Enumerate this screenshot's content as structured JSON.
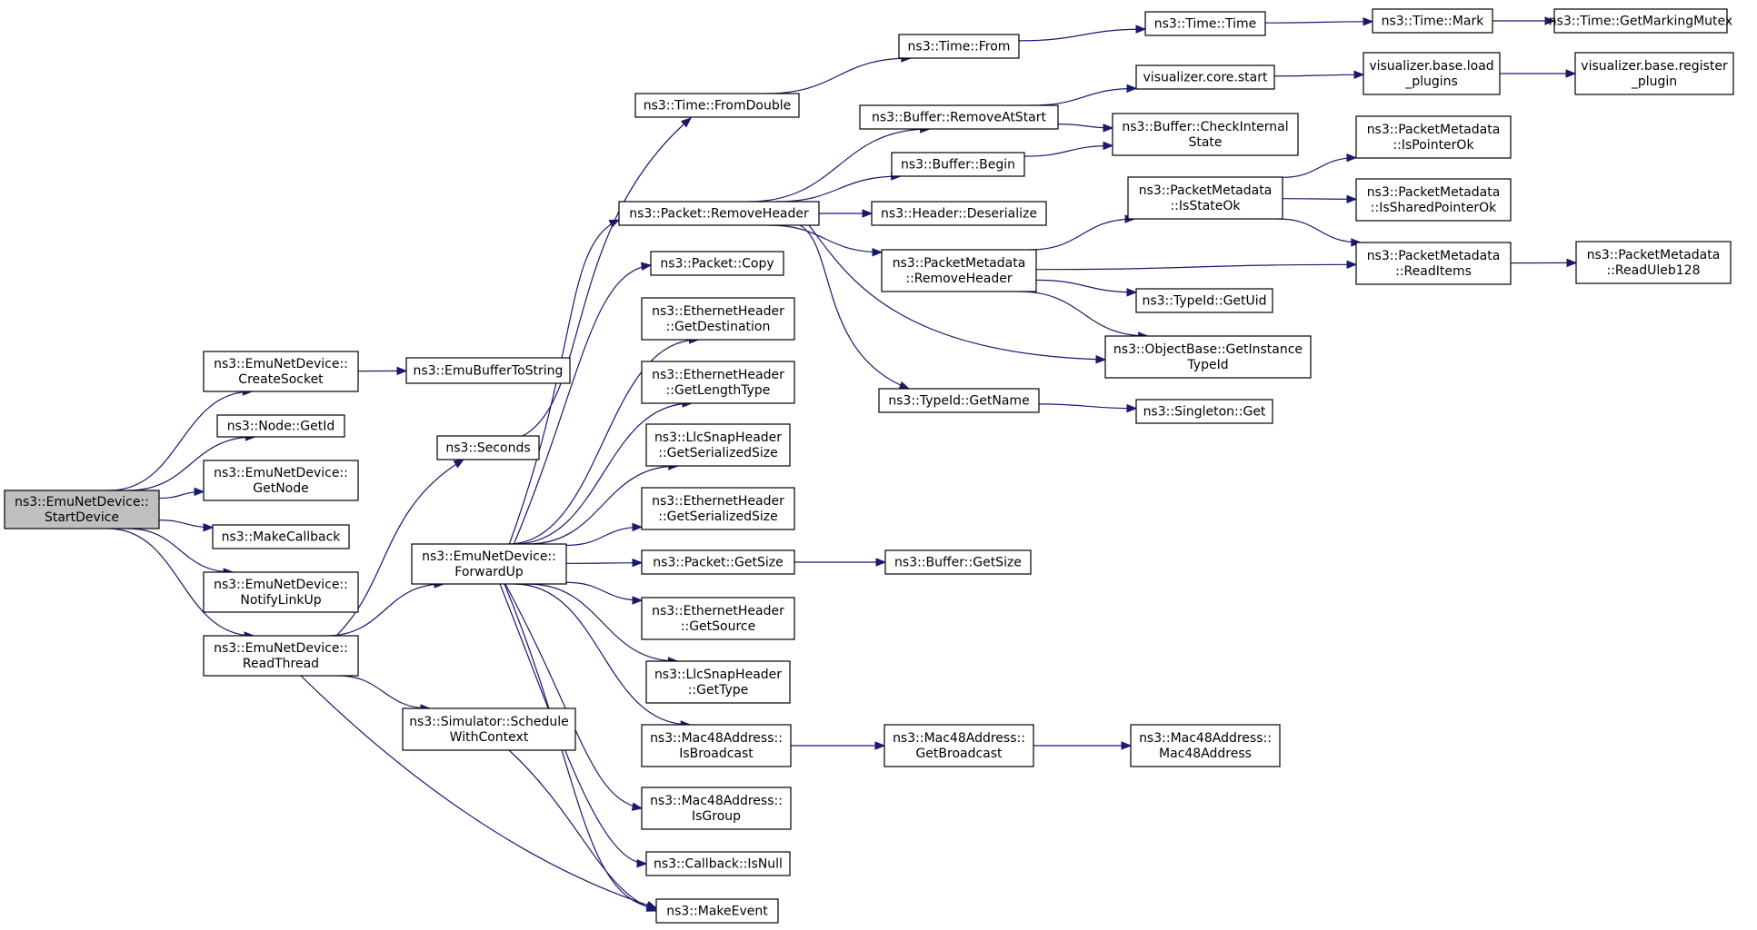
{
  "graph": {
    "title": "",
    "edge_color": "#191970",
    "root_fill": "#bfbfbf",
    "node_fill": "#ffffff",
    "nodes": [
      {
        "id": "start",
        "lines": [
          "ns3::EmuNetDevice::",
          "StartDevice"
        ],
        "root": true
      },
      {
        "id": "createsocket",
        "lines": [
          "ns3::EmuNetDevice::",
          "CreateSocket"
        ]
      },
      {
        "id": "getid",
        "lines": [
          "ns3::Node::GetId"
        ]
      },
      {
        "id": "getnode",
        "lines": [
          "ns3::EmuNetDevice::",
          "GetNode"
        ]
      },
      {
        "id": "makecallback",
        "lines": [
          "ns3::MakeCallback"
        ]
      },
      {
        "id": "notifylinkup",
        "lines": [
          "ns3::EmuNetDevice::",
          "NotifyLinkUp"
        ]
      },
      {
        "id": "readthread",
        "lines": [
          "ns3::EmuNetDevice::",
          "ReadThread"
        ]
      },
      {
        "id": "emubuffertostring",
        "lines": [
          "ns3::EmuBufferToString"
        ]
      },
      {
        "id": "seconds",
        "lines": [
          "ns3::Seconds"
        ]
      },
      {
        "id": "forwardup",
        "lines": [
          "ns3::EmuNetDevice::",
          "ForwardUp"
        ]
      },
      {
        "id": "schedulewithcontext",
        "lines": [
          "ns3::Simulator::Schedule",
          "WithContext"
        ]
      },
      {
        "id": "fromdouble",
        "lines": [
          "ns3::Time::FromDouble"
        ]
      },
      {
        "id": "packetremoveheader",
        "lines": [
          "ns3::Packet::RemoveHeader"
        ]
      },
      {
        "id": "packetcopy",
        "lines": [
          "ns3::Packet::Copy"
        ]
      },
      {
        "id": "ethgetdestination",
        "lines": [
          "ns3::EthernetHeader",
          "::GetDestination"
        ]
      },
      {
        "id": "ethgetlengthtype",
        "lines": [
          "ns3::EthernetHeader",
          "::GetLengthType"
        ]
      },
      {
        "id": "llcgetserializedsize",
        "lines": [
          "ns3::LlcSnapHeader",
          "::GetSerializedSize"
        ]
      },
      {
        "id": "ethgetserializedsize",
        "lines": [
          "ns3::EthernetHeader",
          "::GetSerializedSize"
        ]
      },
      {
        "id": "packetgetsize",
        "lines": [
          "ns3::Packet::GetSize"
        ]
      },
      {
        "id": "ethgetsource",
        "lines": [
          "ns3::EthernetHeader",
          "::GetSource"
        ]
      },
      {
        "id": "llcgettype",
        "lines": [
          "ns3::LlcSnapHeader",
          "::GetType"
        ]
      },
      {
        "id": "macisbroadcast",
        "lines": [
          "ns3::Mac48Address::",
          "IsBroadcast"
        ]
      },
      {
        "id": "macisgroup",
        "lines": [
          "ns3::Mac48Address::",
          "IsGroup"
        ]
      },
      {
        "id": "callbackisnull",
        "lines": [
          "ns3::Callback::IsNull"
        ]
      },
      {
        "id": "makeevent",
        "lines": [
          "ns3::MakeEvent"
        ]
      },
      {
        "id": "timefrom",
        "lines": [
          "ns3::Time::From"
        ]
      },
      {
        "id": "bufferremoveatstart",
        "lines": [
          "ns3::Buffer::RemoveAtStart"
        ]
      },
      {
        "id": "bufferbegin",
        "lines": [
          "ns3::Buffer::Begin"
        ]
      },
      {
        "id": "headerdeserialize",
        "lines": [
          "ns3::Header::Deserialize"
        ]
      },
      {
        "id": "pmremoveheader",
        "lines": [
          "ns3::PacketMetadata",
          "::RemoveHeader"
        ]
      },
      {
        "id": "typeidgetname",
        "lines": [
          "ns3::TypeId::GetName"
        ]
      },
      {
        "id": "buffergetsize",
        "lines": [
          "ns3::Buffer::GetSize"
        ]
      },
      {
        "id": "macgetbroadcast",
        "lines": [
          "ns3::Mac48Address::",
          "GetBroadcast"
        ]
      },
      {
        "id": "timetime",
        "lines": [
          "ns3::Time::Time"
        ]
      },
      {
        "id": "vizcorestart",
        "lines": [
          "visualizer.core.start"
        ]
      },
      {
        "id": "buffercheckinternalstate",
        "lines": [
          "ns3::Buffer::CheckInternal",
          "State"
        ]
      },
      {
        "id": "pmisstateok",
        "lines": [
          "ns3::PacketMetadata",
          "::IsStateOk"
        ]
      },
      {
        "id": "typeidgetuid",
        "lines": [
          "ns3::TypeId::GetUid"
        ]
      },
      {
        "id": "objgetinstancetypeid",
        "lines": [
          "ns3::ObjectBase::GetInstance",
          "TypeId"
        ]
      },
      {
        "id": "singletonget",
        "lines": [
          "ns3::Singleton::Get"
        ]
      },
      {
        "id": "macmac48address",
        "lines": [
          "ns3::Mac48Address::",
          "Mac48Address"
        ]
      },
      {
        "id": "timemark",
        "lines": [
          "ns3::Time::Mark"
        ]
      },
      {
        "id": "vizbaseloadplugins",
        "lines": [
          "visualizer.base.load",
          "_plugins"
        ]
      },
      {
        "id": "pmispointerok",
        "lines": [
          "ns3::PacketMetadata",
          "::IsPointerOk"
        ]
      },
      {
        "id": "pmissharedpointerok",
        "lines": [
          "ns3::PacketMetadata",
          "::IsSharedPointerOk"
        ]
      },
      {
        "id": "pmreaditems",
        "lines": [
          "ns3::PacketMetadata",
          "::ReadItems"
        ]
      },
      {
        "id": "timegetmarkingmutex",
        "lines": [
          "ns3::Time::GetMarkingMutex"
        ]
      },
      {
        "id": "vizbaseregisterplugin",
        "lines": [
          "visualizer.base.register",
          "_plugin"
        ]
      },
      {
        "id": "pmreaduleb128",
        "lines": [
          "ns3::PacketMetadata",
          "::ReadUleb128"
        ]
      }
    ],
    "edges": [
      [
        "start",
        "createsocket"
      ],
      [
        "start",
        "getid"
      ],
      [
        "start",
        "getnode"
      ],
      [
        "start",
        "makecallback"
      ],
      [
        "start",
        "notifylinkup"
      ],
      [
        "start",
        "readthread"
      ],
      [
        "createsocket",
        "emubuffertostring"
      ],
      [
        "readthread",
        "seconds"
      ],
      [
        "readthread",
        "forwardup"
      ],
      [
        "readthread",
        "schedulewithcontext"
      ],
      [
        "readthread",
        "makeevent"
      ],
      [
        "seconds",
        "fromdouble"
      ],
      [
        "fromdouble",
        "timefrom"
      ],
      [
        "timefrom",
        "timetime"
      ],
      [
        "timetime",
        "timemark"
      ],
      [
        "timemark",
        "timegetmarkingmutex"
      ],
      [
        "forwardup",
        "packetremoveheader"
      ],
      [
        "forwardup",
        "packetcopy"
      ],
      [
        "forwardup",
        "ethgetdestination"
      ],
      [
        "forwardup",
        "ethgetlengthtype"
      ],
      [
        "forwardup",
        "llcgetserializedsize"
      ],
      [
        "forwardup",
        "ethgetserializedsize"
      ],
      [
        "forwardup",
        "packetgetsize"
      ],
      [
        "forwardup",
        "ethgetsource"
      ],
      [
        "forwardup",
        "llcgettype"
      ],
      [
        "forwardup",
        "macisbroadcast"
      ],
      [
        "forwardup",
        "macisgroup"
      ],
      [
        "forwardup",
        "callbackisnull"
      ],
      [
        "forwardup",
        "makeevent"
      ],
      [
        "schedulewithcontext",
        "makeevent"
      ],
      [
        "packetgetsize",
        "buffergetsize"
      ],
      [
        "macisbroadcast",
        "macgetbroadcast"
      ],
      [
        "macgetbroadcast",
        "macmac48address"
      ],
      [
        "packetremoveheader",
        "bufferremoveatstart"
      ],
      [
        "packetremoveheader",
        "bufferbegin"
      ],
      [
        "packetremoveheader",
        "headerdeserialize"
      ],
      [
        "packetremoveheader",
        "pmremoveheader"
      ],
      [
        "packetremoveheader",
        "typeidgetname"
      ],
      [
        "packetremoveheader",
        "objgetinstancetypeid"
      ],
      [
        "bufferremoveatstart",
        "vizcorestart"
      ],
      [
        "bufferremoveatstart",
        "buffercheckinternalstate"
      ],
      [
        "bufferbegin",
        "buffercheckinternalstate"
      ],
      [
        "vizcorestart",
        "vizbaseloadplugins"
      ],
      [
        "vizbaseloadplugins",
        "vizbaseregisterplugin"
      ],
      [
        "pmremoveheader",
        "pmisstateok"
      ],
      [
        "pmremoveheader",
        "pmreaditems"
      ],
      [
        "pmremoveheader",
        "typeidgetuid"
      ],
      [
        "pmremoveheader",
        "objgetinstancetypeid"
      ],
      [
        "pmisstateok",
        "pmispointerok"
      ],
      [
        "pmisstateok",
        "pmissharedpointerok"
      ],
      [
        "pmisstateok",
        "pmreaditems"
      ],
      [
        "pmreaditems",
        "pmreaduleb128"
      ],
      [
        "typeidgetname",
        "singletonget"
      ]
    ]
  }
}
